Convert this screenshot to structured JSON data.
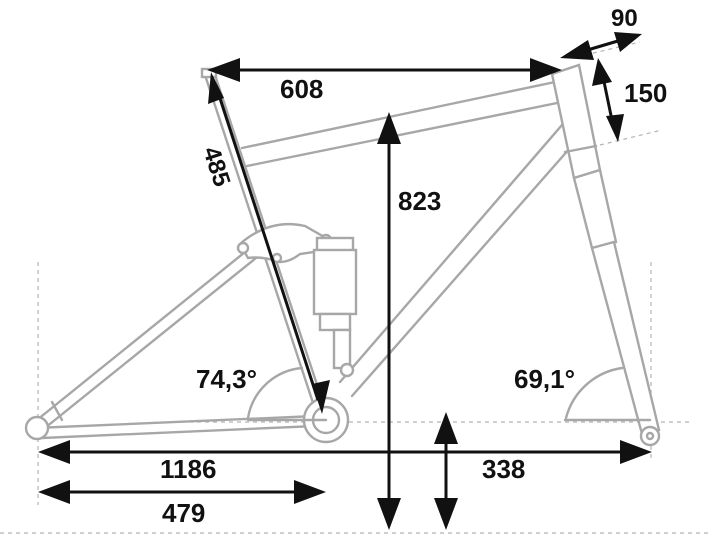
{
  "dimensions": {
    "reach": "608",
    "stem_length": "90",
    "head_tube": "150",
    "seat_tube": "485",
    "stack": "823",
    "wheelbase": "1186",
    "chainstay": "479",
    "bb_drop": "338",
    "seat_angle": "74,3°",
    "head_angle": "69,1°"
  },
  "colors": {
    "frame": "#a7a7a7",
    "dimension": "#111111",
    "guide": "#b3b3b3"
  }
}
